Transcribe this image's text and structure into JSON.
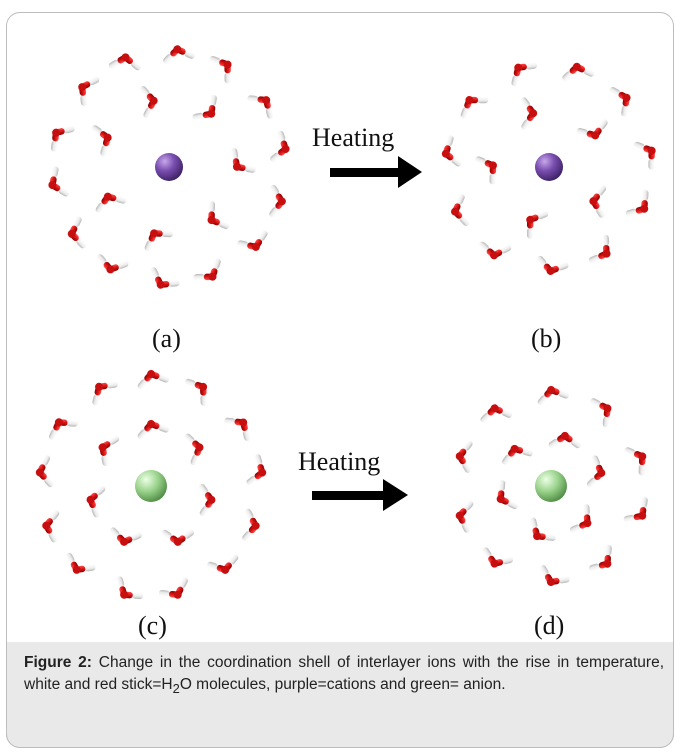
{
  "figure": {
    "panel_labels": [
      "(a)",
      "(b)",
      "(c)",
      "(d)"
    ],
    "arrow_labels": [
      "Heating",
      "Heating"
    ],
    "colors": {
      "oxygen": "#d81414",
      "hydrogen": "#f2f2f2",
      "cation": "#7a4fb0",
      "anion": "#9ad38c"
    }
  },
  "caption": {
    "label": "Figure 2:",
    "text_before_sub": " Change in the coordination shell of interlayer ions with the rise in temperature, white and red stick=H",
    "subscript": "2",
    "text_after_sub": "O molecules, purple=cations and green= anion."
  }
}
